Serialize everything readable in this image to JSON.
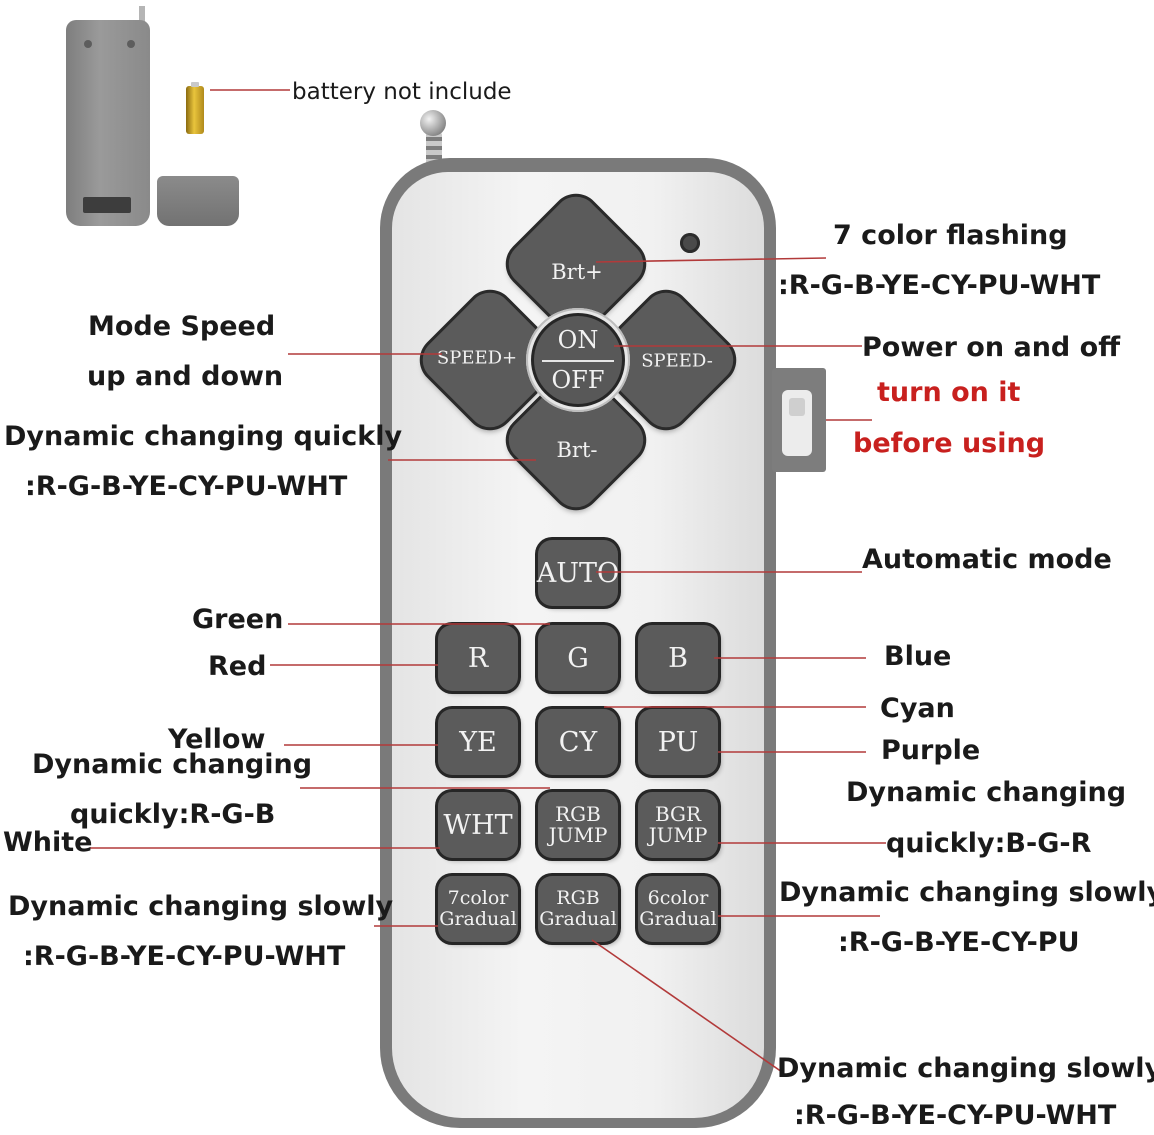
{
  "inset": {
    "battery_note": "battery not include"
  },
  "remote": {
    "buttons": {
      "brt_plus": "Brt+",
      "brt_minus": "Brt-",
      "speed_plus": "SPEED+",
      "speed_minus": "SPEED-",
      "on": "ON",
      "off": "OFF",
      "auto": "AUTO",
      "r": "R",
      "g": "G",
      "b": "B",
      "ye": "YE",
      "cy": "CY",
      "pu": "PU",
      "wht": "WHT",
      "rgb_jump_1": "RGB",
      "rgb_jump_2": "JUMP",
      "bgr_jump_1": "BGR",
      "bgr_jump_2": "JUMP",
      "color7_1": "7color",
      "color7_2": "Gradual",
      "rgb_grad_1": "RGB",
      "rgb_grad_2": "Gradual",
      "color6_1": "6color",
      "color6_2": "Gradual"
    }
  },
  "annotations": {
    "flash_1": "7 color flashing",
    "flash_2": ":R-G-B-YE-CY-PU-WHT",
    "mode_speed_1": "Mode Speed",
    "mode_speed_2": "up and down",
    "power": "Power on and off",
    "turn_on_1": "turn on it",
    "turn_on_2": "before using",
    "dyn_quick_1": "Dynamic changing quickly",
    "dyn_quick_2": ":R-G-B-YE-CY-PU-WHT",
    "automatic": "Automatic mode",
    "green": "Green",
    "red": "Red",
    "blue": "Blue",
    "cyan": "Cyan",
    "yellow": "Yellow",
    "purple": "Purple",
    "dyn_rgb_1": "Dynamic changing",
    "dyn_rgb_2": "quickly:R-G-B",
    "dyn_bgr_1": "Dynamic changing",
    "dyn_bgr_2": "quickly:B-G-R",
    "white": "White",
    "slow7_1": "Dynamic changing slowly",
    "slow7_2": ":R-G-B-YE-CY-PU-WHT",
    "slow6_1": "Dynamic changing slowly",
    "slow6_2": ":R-G-B-YE-CY-PU",
    "slowrgb_1": "Dynamic changing slowly",
    "slowrgb_2": ":R-G-B-YE-CY-PU-WHT"
  },
  "colors": {
    "leader_line": "#b23a3a",
    "accent_red": "#c8201e",
    "button_gray": "#5b5b5b"
  }
}
